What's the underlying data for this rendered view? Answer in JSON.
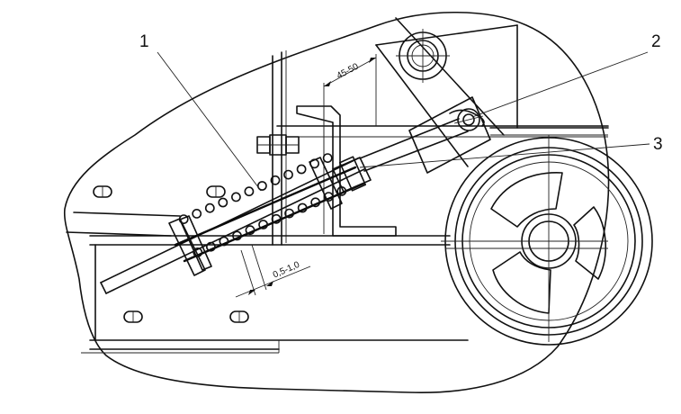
{
  "callouts": {
    "c1": "1",
    "c2": "2",
    "c3": "3"
  },
  "dimensions": {
    "gap_top": "45-50",
    "gap_bottom": "0,5-1,0"
  },
  "colors": {
    "line": "#111111",
    "background": "#ffffff"
  }
}
